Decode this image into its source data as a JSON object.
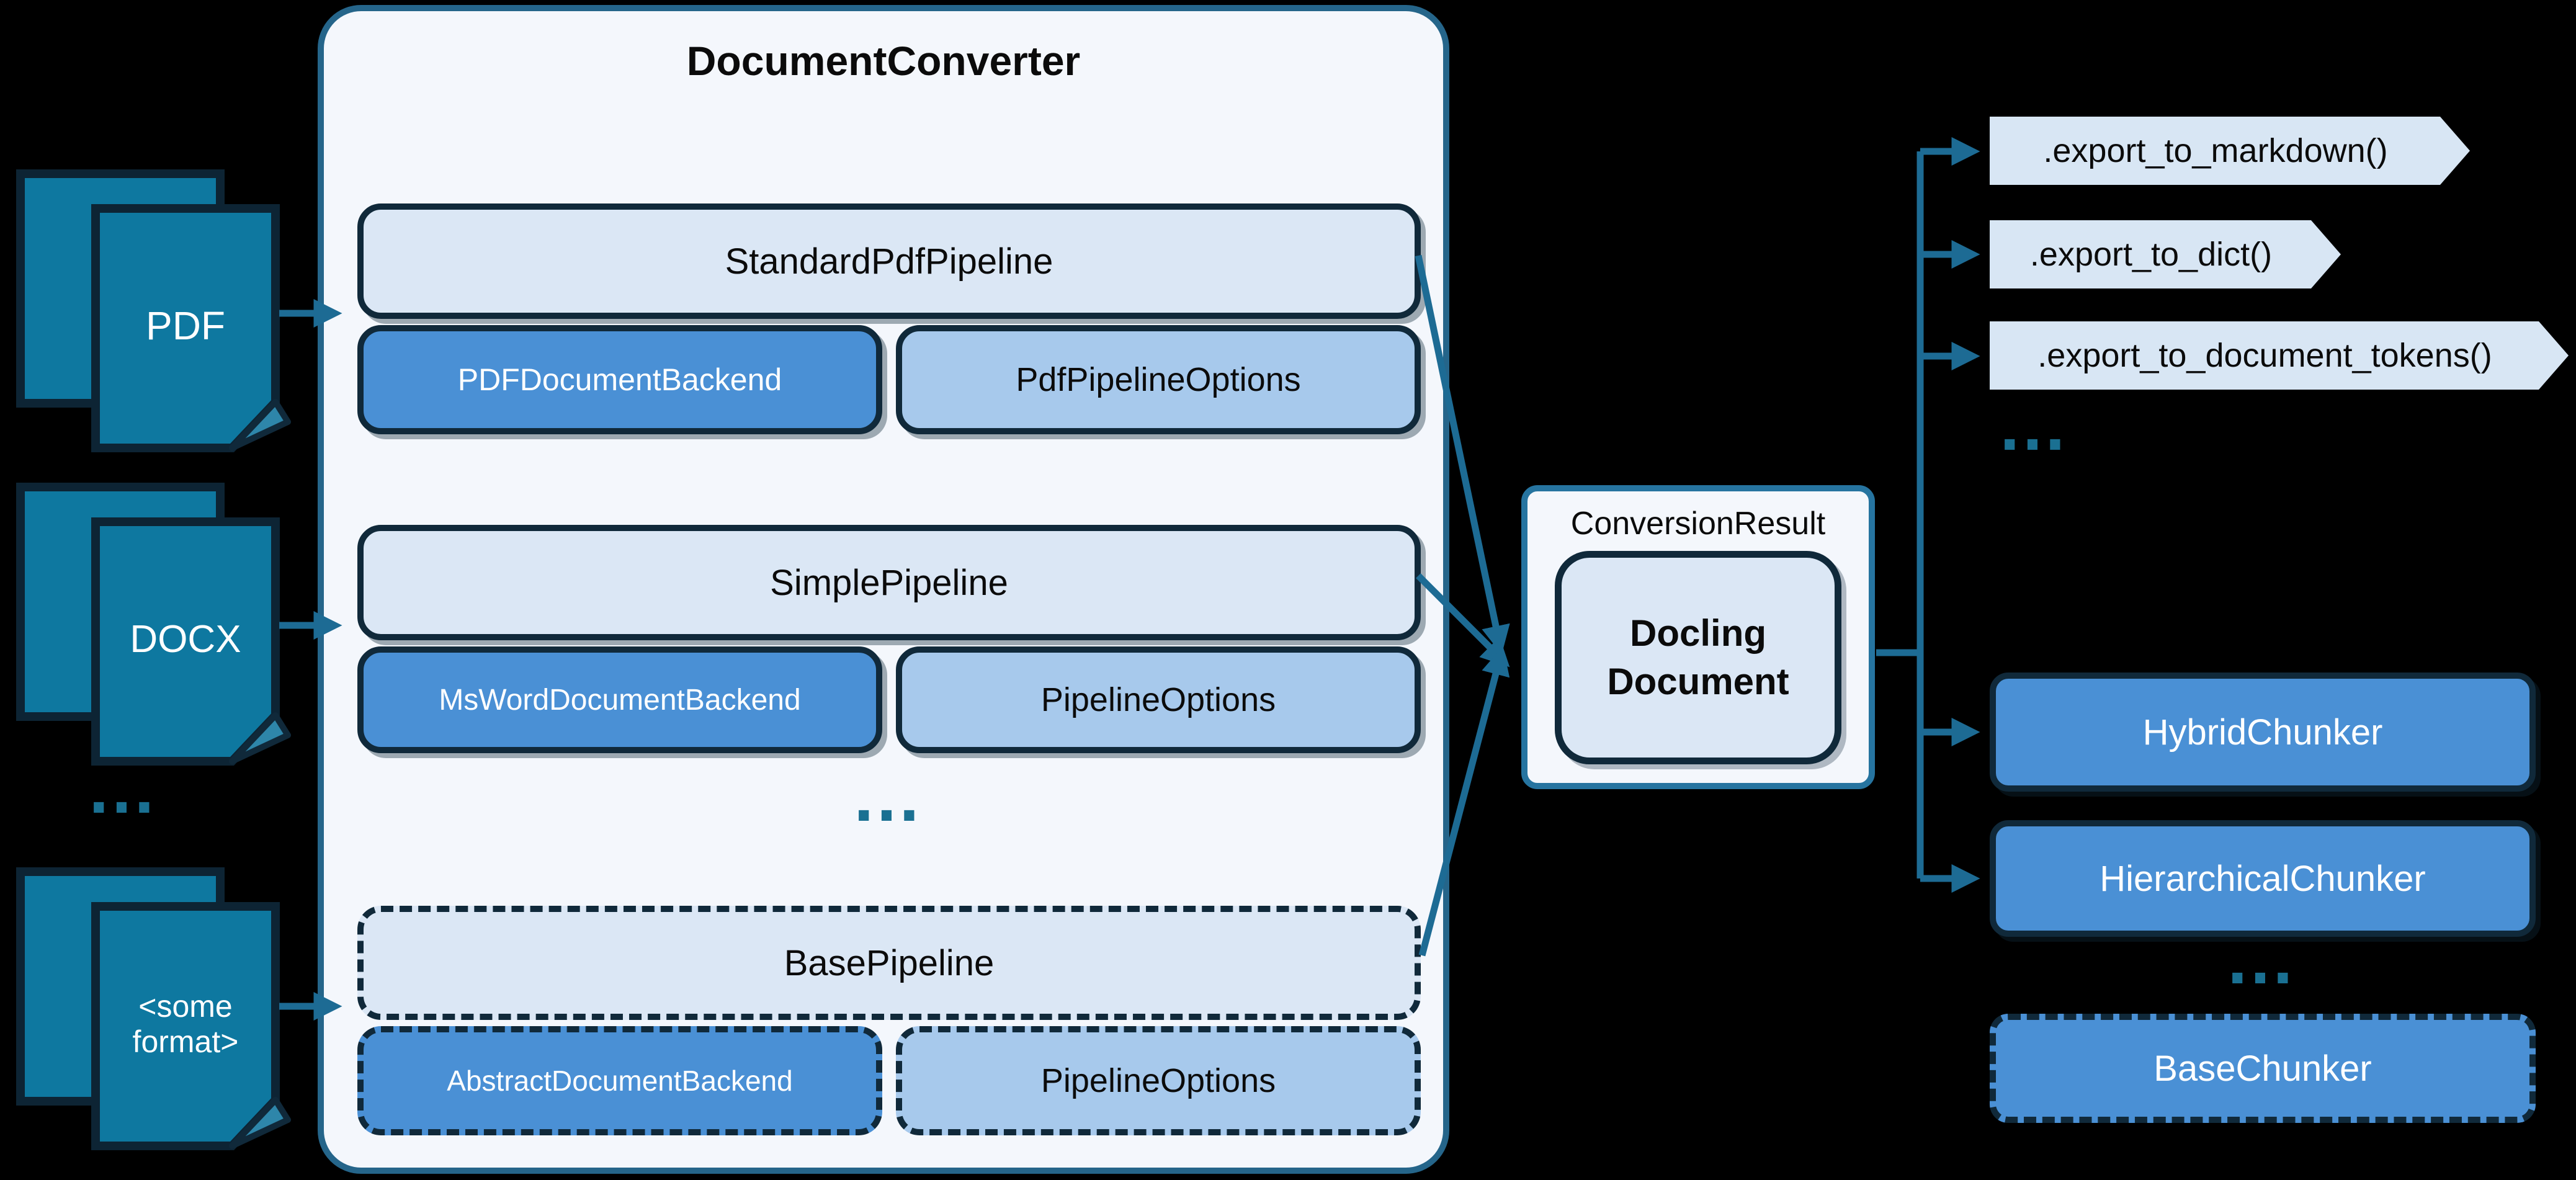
{
  "colors": {
    "background": "#000000",
    "doc_fill": "#0e78a0",
    "doc_border": "#0d2434",
    "container_fill": "#f4f7fc",
    "container_border": "#25658a",
    "header_fill": "#dbe7f5",
    "backend_fill": "#4a90d5",
    "options_fill": "#a7c9ec",
    "tag_fill": "#d8e6f4",
    "dark_border": "#10293a",
    "arrow": "#1d6b94"
  },
  "inputs": [
    {
      "label": "PDF"
    },
    {
      "label": "DOCX"
    },
    {
      "label": "<some format>"
    }
  ],
  "inputs_ellipsis": "…",
  "converter": {
    "title": "DocumentConverter",
    "groups": [
      {
        "pipeline": "StandardPdfPipeline",
        "backend": "PDFDocumentBackend",
        "options": "PdfPipelineOptions"
      },
      {
        "pipeline": "SimplePipeline",
        "backend": "MsWordDocumentBackend",
        "options": "PipelineOptions"
      },
      {
        "pipeline": "BasePipeline",
        "backend": "AbstractDocumentBackend",
        "options": "PipelineOptions"
      }
    ],
    "ellipsis": "…"
  },
  "conversion_result": {
    "label": "ConversionResult",
    "document": "Docling Document"
  },
  "exports": [
    {
      "label": ".export_to_markdown()"
    },
    {
      "label": ".export_to_dict()"
    },
    {
      "label": ".export_to_document_tokens()"
    }
  ],
  "exports_ellipsis": "…",
  "chunkers": [
    {
      "label": "HybridChunker"
    },
    {
      "label": "HierarchicalChunker"
    }
  ],
  "chunkers_ellipsis": "…",
  "base_chunker": {
    "label": "BaseChunker"
  }
}
